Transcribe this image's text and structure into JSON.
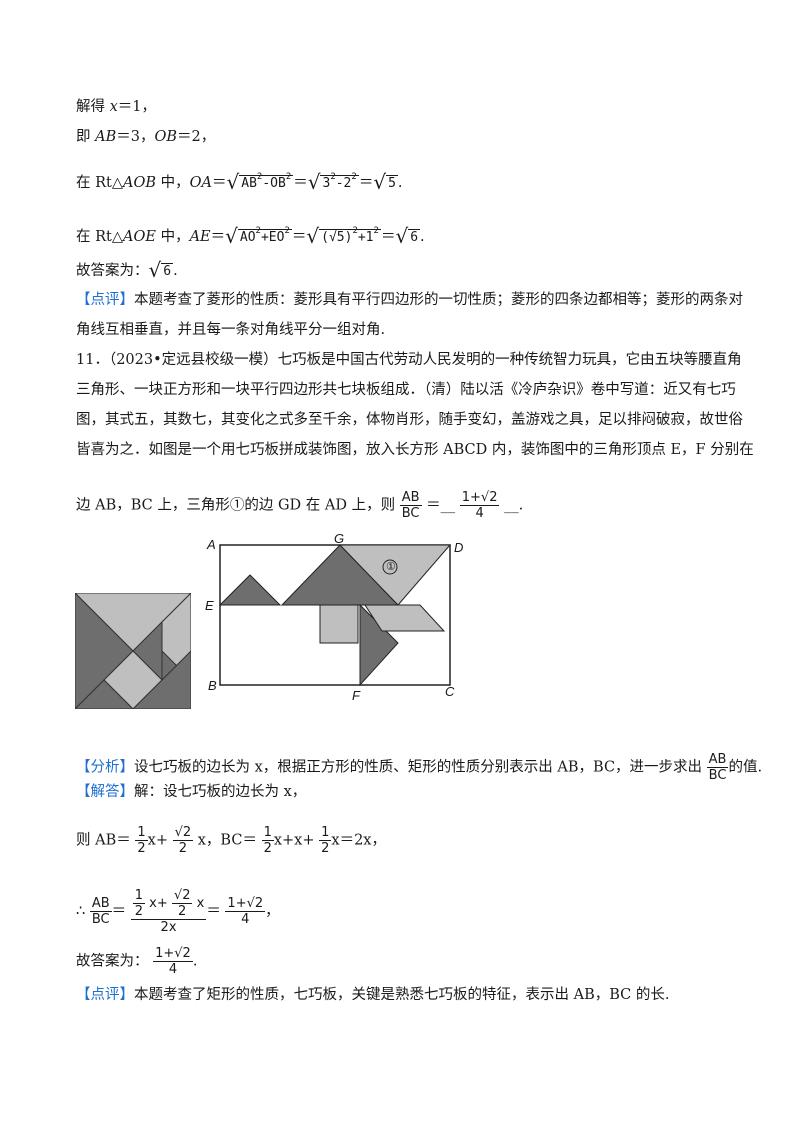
{
  "lines": {
    "l1_pre": "解得 ",
    "l1_var": "x",
    "l1_post": "＝1，",
    "l2_a": "即 ",
    "l2_ab": "AB",
    "l2_b": "＝3，",
    "l2_ob": "OB",
    "l2_c": "＝2，",
    "l3_a": "在 Rt△",
    "l3_aob": "AOB",
    "l3_b": " 中，",
    "l3_oa": "OA",
    "l3_eq1": "＝",
    "l3_rad1": "AB",
    "l3_rad1b": "-OB",
    "l3_eq2": "＝",
    "l3_rad2": "3",
    "l3_rad2b": "-2",
    "l3_eq3": "＝",
    "l3_rad3": "5",
    "l3_end": ".",
    "sup2": "2",
    "l4_a": "在 Rt△",
    "l4_aoe": "AOE",
    "l4_b": " 中，",
    "l4_ae": "AE",
    "l4_rad1": "AO",
    "l4_rad1b": "+EO",
    "l4_rad2": "(√5)",
    "l4_rad2b": "+1",
    "l4_rad3": "6",
    "l5": "故答案为：",
    "l5_rad": "6",
    "tag_comment": "【点评】",
    "l6": "本题考查了菱形的性质：菱形具有平行四边形的一切性质；菱形的四条边都相等；菱形的两条对",
    "l7": "角线互相垂直，并且每一条对角线平分一组对角.",
    "l8": "11．（2023•定远县校级一模）七巧板是中国古代劳动人民发明的一种传统智力玩具，它由五块等腰直角",
    "l9": "三角形、一块正方形和一块平行四边形共七块板组成．（清）陆以活《冷庐杂识》卷中写道：近又有七巧",
    "l10": "图，其式五，其数七，其变化之式多至千余，体物肖形，随手变幻，盖游戏之具，足以排闷破寂，故世俗",
    "l11": "皆喜为之．如图是一个用七巧板拼成装饰图，放入长方形 ABCD 内，装饰图中的三角形顶点 E，F 分别在",
    "l12_a": "边 AB，BC 上，三角形①的边 GD 在 AD 上，则",
    "l12_ans": "1+√2",
    "l12_den": "4",
    "l12_end": "__.",
    "tag_analysis": "【分析】",
    "l13": "设七巧板的边长为 x，根据正方形的性质、矩形的性质分别表示出 AB，BC，进一步求出",
    "l13_end": "的值.",
    "tag_solution": "【解答】",
    "l14": "解：设七巧板的边长为 x，",
    "l15_a": "则 AB＝",
    "l15_b": "x+",
    "l15_c": " x，BC＝",
    "l15_d": "x+x+",
    "l15_e": "x＝2x，",
    "l16_a": "∴",
    "l16_b": "＝",
    "l16_c": "＝",
    "l16_d": "，",
    "l17": "故答案为：",
    "l17_end": ".",
    "l18": "本题考查了矩形的性质，七巧板，关键是熟悉七巧板的特征，表示出 AB，BC 的长.",
    "frac_ab": "AB",
    "frac_bc": "BC",
    "frac_1": "1",
    "frac_2": "2",
    "frac_r2": "√2",
    "frac_2x": "2x",
    "frac_x": "x"
  },
  "figure": {
    "A": "A",
    "B": "B",
    "C": "C",
    "D": "D",
    "E": "E",
    "F": "F",
    "G": "G",
    "circle1": "①"
  },
  "colors": {
    "tag": "#1e6fd0",
    "dark": "#6e6e6e",
    "light": "#bfbfbf"
  }
}
